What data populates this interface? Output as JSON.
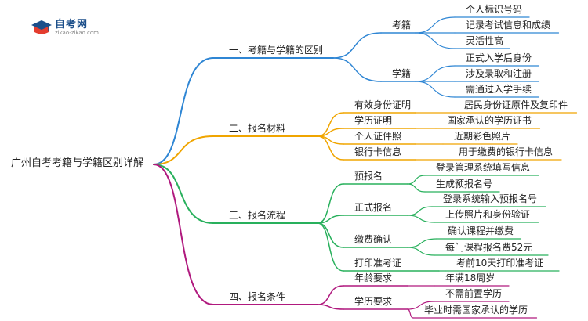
{
  "logo": {
    "name": "自考网",
    "url": "zikao-zikao.com"
  },
  "colors": {
    "sec1": "#2f86d4",
    "sec2": "#f0a500",
    "sec3": "#28b05c",
    "sec4": "#b0197e",
    "root": "#b04a2a"
  },
  "mindmap": {
    "root": "广州自考考籍与学籍区别详解",
    "sections": [
      {
        "title": "一、考籍与学籍的区别",
        "children": [
          {
            "label": "考籍",
            "items": [
              "个人标识号码",
              "记录考试信息和成绩",
              "灵活性高"
            ]
          },
          {
            "label": "学籍",
            "items": [
              "正式入学后身份",
              "涉及录取和注册",
              "需通过入学手续"
            ]
          }
        ]
      },
      {
        "title": "二、报名材料",
        "children": [
          {
            "label": "有效身份证明",
            "items": [
              "居民身份证原件及复印件"
            ]
          },
          {
            "label": "学历证明",
            "items": [
              "国家承认的学历证书"
            ]
          },
          {
            "label": "个人证件照",
            "items": [
              "近期彩色照片"
            ]
          },
          {
            "label": "银行卡信息",
            "items": [
              "用于缴费的银行卡信息"
            ]
          }
        ]
      },
      {
        "title": "三、报名流程",
        "children": [
          {
            "label": "预报名",
            "items": [
              "登录管理系统填写信息",
              "生成预报名号"
            ]
          },
          {
            "label": "正式报名",
            "items": [
              "登录系统输入预报名号",
              "上传照片和身份验证"
            ]
          },
          {
            "label": "缴费确认",
            "items": [
              "确认课程并缴费",
              "每门课程报名费52元"
            ]
          },
          {
            "label": "打印准考证",
            "items": [
              "考前10天打印准考证"
            ]
          }
        ]
      },
      {
        "title": "四、报名条件",
        "children": [
          {
            "label": "年龄要求",
            "items": [
              "年满18周岁"
            ]
          },
          {
            "label": "学历要求",
            "items": [
              "不需前置学历",
              "毕业时需国家承认的学历"
            ]
          }
        ]
      }
    ]
  }
}
